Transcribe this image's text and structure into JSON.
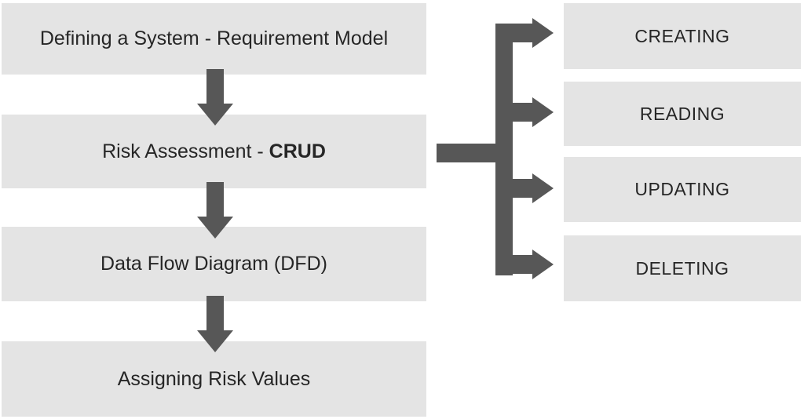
{
  "diagram": {
    "colors": {
      "box_fill": "#e4e4e4",
      "arrow_color": "#575757",
      "text_color": "#262626",
      "background": "#ffffff"
    },
    "left_steps": [
      {
        "label": "Defining a System - Requirement Model"
      },
      {
        "label_prefix": "Risk Assessment - ",
        "label_bold": "CRUD"
      },
      {
        "label": "Data Flow Diagram (DFD)"
      },
      {
        "label": "Assigning Risk Values"
      }
    ],
    "crud_operations": [
      {
        "label": "CREATING"
      },
      {
        "label": "READING"
      },
      {
        "label": "UPDATING"
      },
      {
        "label": "DELETING"
      }
    ]
  }
}
